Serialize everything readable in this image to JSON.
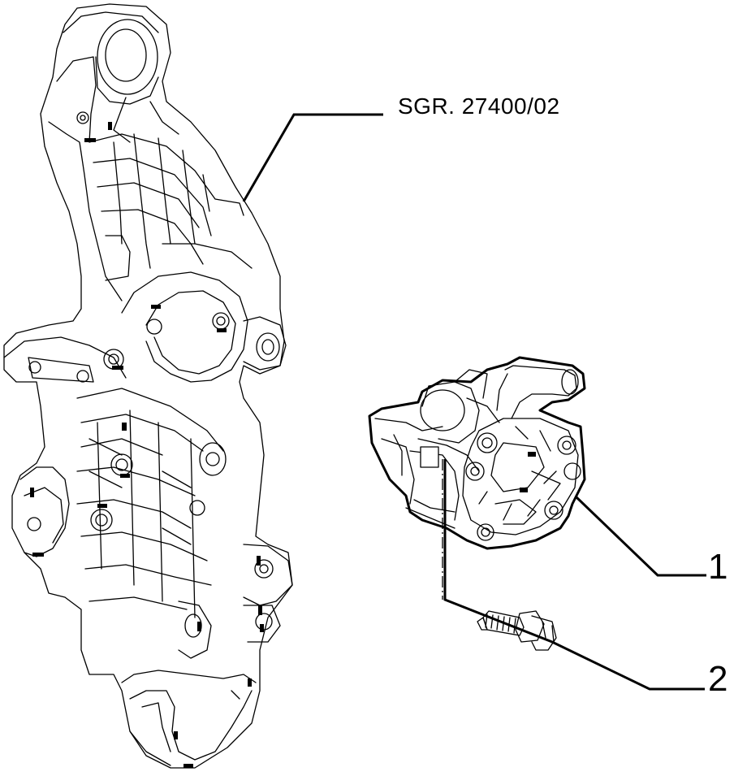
{
  "diagram": {
    "reference_label": "SGR. 27400/02",
    "callouts": [
      {
        "number": "1",
        "part": "power-steering-pump"
      },
      {
        "number": "2",
        "part": "bolt"
      }
    ]
  }
}
